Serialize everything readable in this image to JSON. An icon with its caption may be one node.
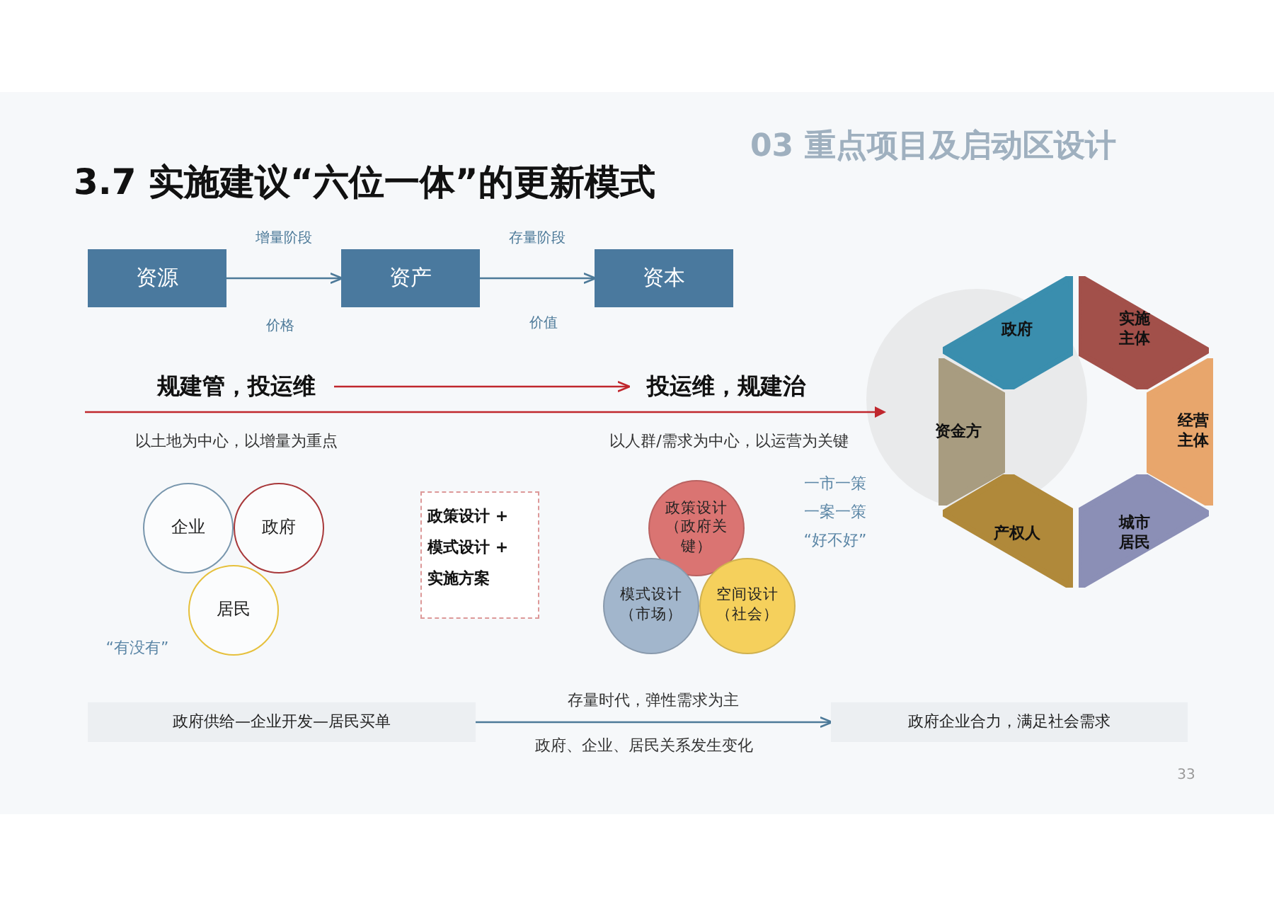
{
  "diagram": {
    "title": "3.7 实施建议“六位一体”的更新模式",
    "nodes": [
      {
        "text": [
          "资源"
        ]
      },
      {
        "text": [
          "资产"
        ]
      },
      {
        "text": [
          "资本"
        ]
      },
      {
        "text": [
          "规建管，投运维"
        ]
      },
      {
        "text": [
          "投运维，规建治"
        ]
      },
      {
        "text": [
          "企业"
        ]
      },
      {
        "text": [
          "政府"
        ]
      },
      {
        "text": [
          "居民"
        ]
      },
      {
        "text": [
          "政策设计 + 模式设计 + 实施方案"
        ]
      },
      {
        "text": [
          "政策设计（政府关键）"
        ]
      },
      {
        "text": [
          "模式设计（市场）"
        ]
      },
      {
        "text": [
          "空间设计（社会）"
        ]
      },
      {
        "text": [
          "政府"
        ]
      },
      {
        "text": [
          "实施主体"
        ]
      },
      {
        "text": [
          "经营主体"
        ]
      },
      {
        "text": [
          "城市居民"
        ]
      },
      {
        "text": [
          "产权人"
        ]
      },
      {
        "text": [
          "资金方"
        ]
      },
      {
        "text": [
          "政府供给—企业开发—居民买单"
        ]
      },
      {
        "text": [
          "政府企业合力，满足社会需求"
        ]
      }
    ],
    "edges": [
      {
        "from": 0,
        "to": 1,
        "arrow": "to",
        "label": "增量阶段"
      },
      {
        "from": 1,
        "to": 2,
        "arrow": "to",
        "label": "存量阶段"
      },
      {
        "from": 3,
        "to": 4,
        "arrow": "to",
        "color": "#c0272d"
      },
      {
        "from": 18,
        "to": 19,
        "arrow": "to",
        "label": "存量时代，弹性需求为主"
      }
    ],
    "labels": [
      "03 重点项目及启动区设计",
      "价格",
      "价值",
      "以土地为中心，以增量为重点",
      "以人群/需求为中心，以运营为关键",
      "一市一策",
      "一案一策",
      "“好不好”",
      "“有没有”",
      "政府、企业、居民关系发生变化",
      "33"
    ]
  }
}
